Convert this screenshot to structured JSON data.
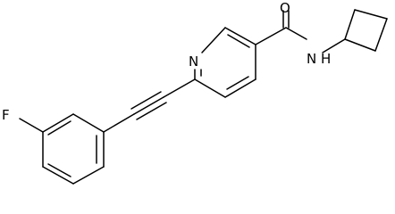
{
  "molecule": {
    "atoms": {
      "o": "O",
      "nh": "N H",
      "n_ring": "N",
      "f": "F"
    }
  }
}
